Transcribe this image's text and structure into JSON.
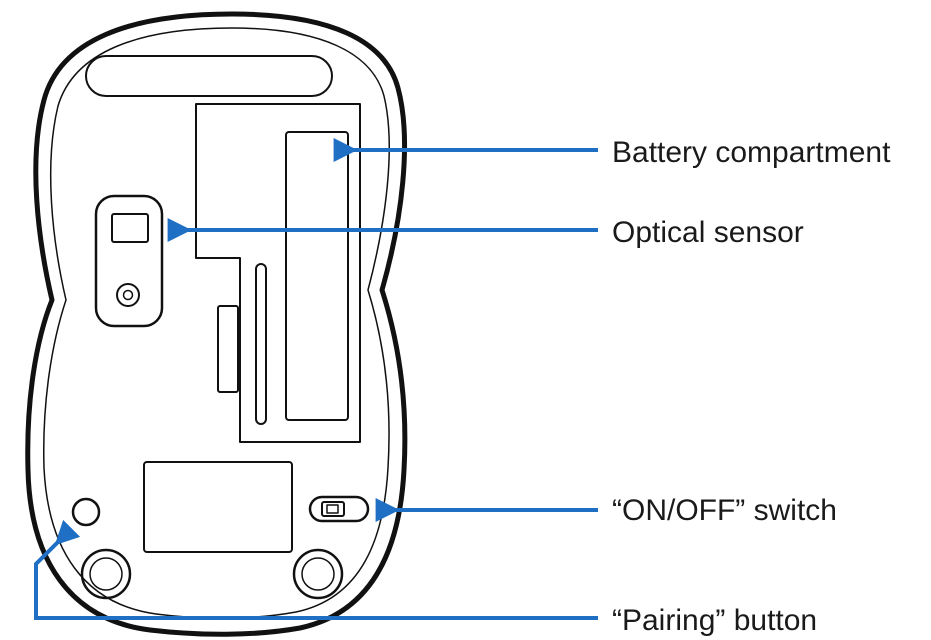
{
  "labels": {
    "battery": "Battery compartment",
    "sensor": "Optical sensor",
    "switch": "“ON/OFF” switch",
    "pairing": "“Pairing” button"
  },
  "colors": {
    "arrow": "#1f6fc5",
    "outline": "#111111",
    "background": "#ffffff",
    "label": "#1a1a1a"
  }
}
